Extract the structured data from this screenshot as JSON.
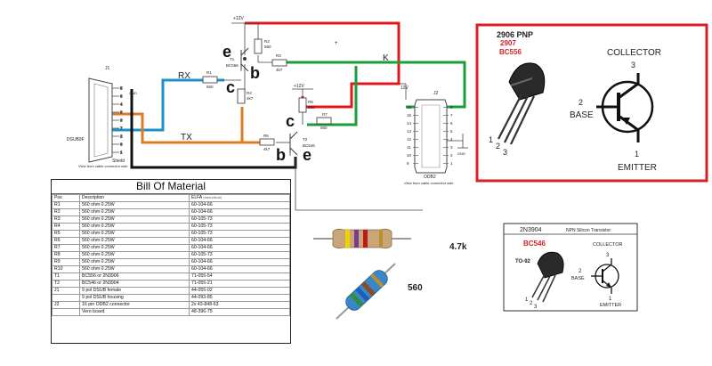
{
  "circuit": {
    "supply_top": "+12V",
    "supply_right": "+12V",
    "supply_j2": "12V",
    "rx_label": "RX",
    "tx_label": "TX",
    "k_label": "K",
    "plus_marker": "+",
    "j1_label": "J1",
    "j1_name": "DSUB9F",
    "j1_shield": "Shield",
    "j1_view": "View from cable connector side",
    "j1_pins": [
      "5",
      "9",
      "4",
      "8",
      "3",
      "7",
      "2",
      "6",
      "1"
    ],
    "j2_label": "J2",
    "j2_name": "ODB2",
    "j2_view": "View from cable connector side",
    "j2_pins_left": [
      "16",
      "15",
      "14",
      "13",
      "12",
      "11",
      "10",
      "9"
    ],
    "j2_pins_right": [
      "8",
      "7",
      "6",
      "5",
      "4",
      "3",
      "2",
      "1"
    ],
    "gnd_label": "GND",
    "t1": {
      "ref": "T1",
      "part": "BC556",
      "e": "e",
      "b": "b",
      "c": "c"
    },
    "t2": {
      "ref": "T2",
      "part": "BC546",
      "c": "c",
      "b": "b",
      "e": "e"
    },
    "resistors": {
      "r1": {
        "ref": "R1",
        "val": "560"
      },
      "r2": {
        "ref": "R2",
        "val": "560"
      },
      "r3": {
        "ref": "R3",
        "val": "4k7"
      },
      "r4": {
        "ref": "R4",
        "val": "4k7"
      },
      "r5": {
        "ref": "R5",
        "val": "560"
      },
      "r6": {
        "ref": "R6",
        "val": "4k7"
      },
      "r7": {
        "ref": "R7",
        "val": "560"
      }
    },
    "colors": {
      "red": "#e0191f",
      "green": "#1a9e3a",
      "blue": "#1e90c8",
      "orange": "#e07a22",
      "black": "#111111"
    }
  },
  "pnp_panel": {
    "title": "2906 PNP",
    "alt1": "2907",
    "alt2": "BC556",
    "collector": "COLLECTOR",
    "base": "BASE",
    "emitter": "EMITTER",
    "pin_c": "3",
    "pin_b": "2",
    "pin_e": "1",
    "leads": [
      "1",
      "2",
      "3"
    ],
    "border_color": "#d42027"
  },
  "npn_panel": {
    "title": "2N3904",
    "subtitle": "NPN Silicon Transistor",
    "alt": "BC546",
    "package": "TO-92",
    "collector": "COLLECTOR",
    "base": "BASE",
    "emitter": "EMITTER",
    "pin_c": "3",
    "pin_b": "2",
    "pin_e": "1",
    "leads": [
      "1",
      "2",
      "3"
    ]
  },
  "parts": {
    "resistor_4k7_label": "4.7k",
    "resistor_560_label": "560"
  },
  "bom": {
    "title": "Bill Of Material",
    "headers": [
      "Pos",
      "Description",
      "ELFA"
    ],
    "elfa_note": "(www.elfa.se)",
    "rows": [
      [
        "R1",
        "560 ohm 0.25W",
        "60-104-66"
      ],
      [
        "R2",
        "560 ohm 0.25W",
        "60-104-66"
      ],
      [
        "R3",
        "560 ohm 0.25W",
        "60-105-73"
      ],
      [
        "R4",
        "560 ohm 0.25W",
        "60-105-73"
      ],
      [
        "R5",
        "560 ohm 0.25W",
        "60-105-73"
      ],
      [
        "R6",
        "560 ohm 0.25W",
        "60-104-66"
      ],
      [
        "R7",
        "560 ohm 0.25W",
        "60-104-66"
      ],
      [
        "R8",
        "560 ohm 0.25W",
        "60-105-73"
      ],
      [
        "R9",
        "560 ohm 0.25W",
        "60-104-66"
      ],
      [
        "R10",
        "560 ohm 0.25W",
        "60-104-66"
      ],
      [
        "T1",
        "BC556 or 2N3906",
        "71-055-54"
      ],
      [
        "T2",
        "BC546 or 2N3904",
        "71-055-21"
      ],
      [
        "J1",
        "9 pol DSUB female",
        "44-055-02"
      ],
      [
        "",
        "9 pol DSUB housing",
        "44-093-85"
      ],
      [
        "J2",
        "16 pin ODB2 connector",
        "2x 43-848-63"
      ],
      [
        "",
        "Vero board",
        "48-396-75"
      ]
    ]
  }
}
